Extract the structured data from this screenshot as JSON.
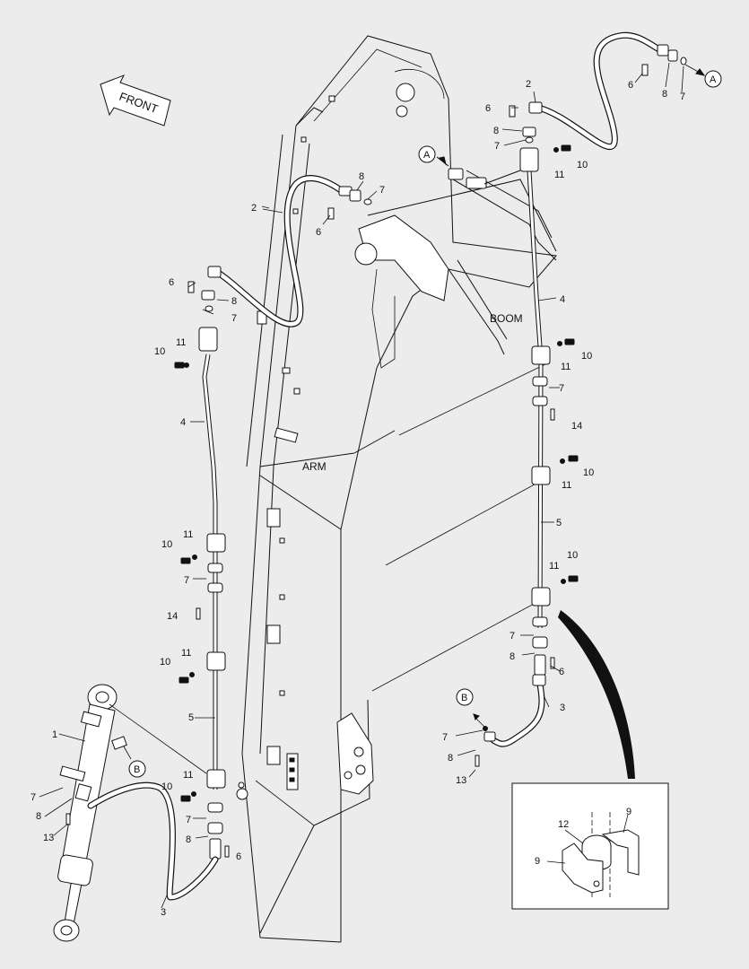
{
  "labels": {
    "front": "FRONT",
    "arm": "ARM",
    "boom": "BOOM",
    "ref_a": "A",
    "ref_b": "B"
  },
  "callouts": {
    "c1": "1",
    "c2": "2",
    "c3": "3",
    "c4": "4",
    "c5": "5",
    "c6": "6",
    "c7": "7",
    "c8": "8",
    "c9": "9",
    "c10": "10",
    "c11": "11",
    "c12": "12",
    "c13": "13",
    "c14": "14"
  }
}
